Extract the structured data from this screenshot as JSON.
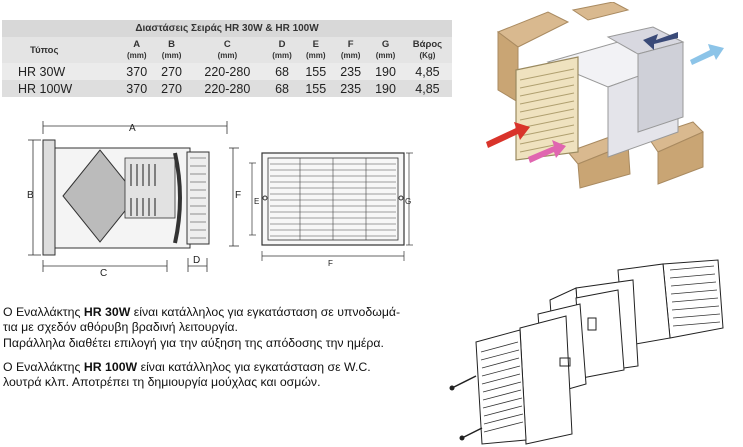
{
  "table": {
    "title": "Διαστάσεις Σειράς HR 30W & HR 100W",
    "headers": [
      {
        "label": "Τύπος",
        "unit": ""
      },
      {
        "label": "A",
        "unit": "(mm)"
      },
      {
        "label": "B",
        "unit": "(mm)"
      },
      {
        "label": "C",
        "unit": "(mm)"
      },
      {
        "label": "D",
        "unit": "(mm)"
      },
      {
        "label": "E",
        "unit": "(mm)"
      },
      {
        "label": "F",
        "unit": "(mm)"
      },
      {
        "label": "G",
        "unit": "(mm)"
      },
      {
        "label": "Βάρος",
        "unit": "(Kg)"
      }
    ],
    "rows": [
      [
        "HR 30W",
        "370",
        "270",
        "220-280",
        "68",
        "155",
        "235",
        "190",
        "4,85"
      ],
      [
        "HR 100W",
        "370",
        "270",
        "220-280",
        "68",
        "155",
        "235",
        "190",
        "4,85"
      ]
    ]
  },
  "drawing": {
    "side_labels": {
      "a": "A",
      "b": "B",
      "c": "C",
      "d": "D",
      "f": "F"
    },
    "front_labels": {
      "e": "E",
      "f": "F",
      "g": "G"
    }
  },
  "description": {
    "p1_pre": "Ο Εναλλάκτης ",
    "p1_model": "HR 30W",
    "p1_post": " είναι κατάλληλος για εγκατάσταση σε υπνοδωμά-",
    "p1_line2": "τια με σχεδόν αθόρυβη βραδινή λειτουργία.",
    "p1_line3": "Παράλληλα διαθέτει επιλογή για την αύξηση της απόδοσης την ημέρα.",
    "p2_pre": "Ο Εναλλάκτης ",
    "p2_model": "HR 100W",
    "p2_post": " είναι κατάλληλος για εγκατάσταση σε W.C.",
    "p2_line2": "λουτρά κλπ. Αποτρέπει τη δημιουργία μούχλας και οσμών."
  },
  "colors": {
    "arrow_red": "#d9342b",
    "arrow_pink": "#e066b0",
    "arrow_navy": "#3a4a78",
    "arrow_blue": "#8cc4e8",
    "brick": "#d9b98f",
    "grille": "#efe2bf"
  }
}
